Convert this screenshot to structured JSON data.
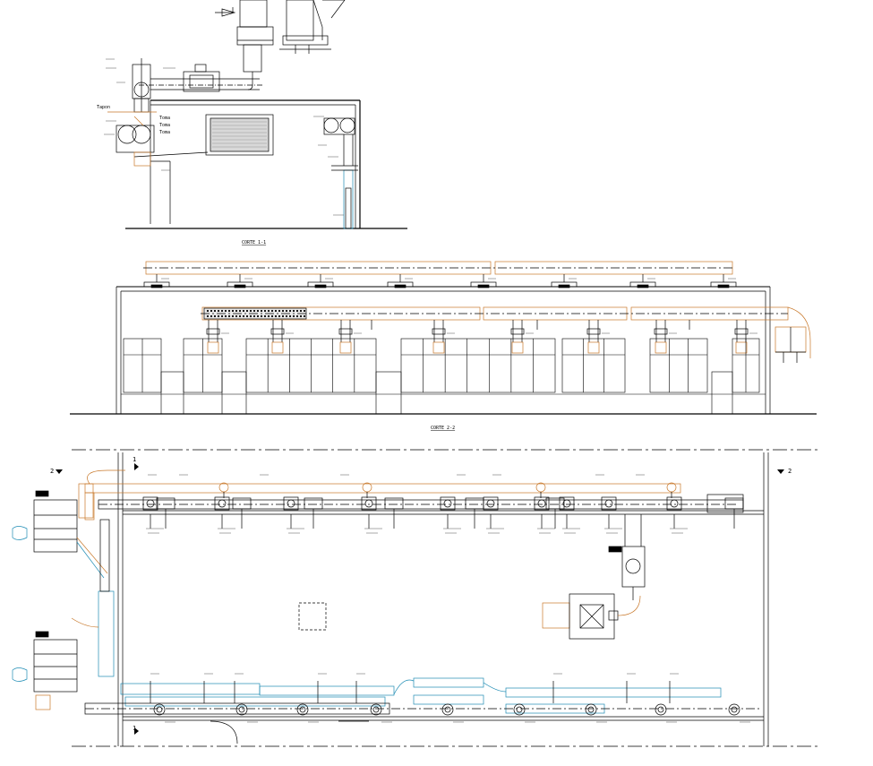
{
  "drawing": {
    "section_titles": [
      "CORTE 1-1",
      "CORTE 2-2"
    ],
    "section_markers": [
      "2",
      "1",
      "2",
      "1"
    ],
    "callout_tags": [
      "Tapon",
      "Toma",
      "Toma",
      "Toma"
    ],
    "colors": {
      "line": "#000000",
      "supply_duct": "#c8782a",
      "return_duct": "#1e8cb4",
      "grey": "#808080",
      "grille_fill": "#d8d8d8"
    }
  }
}
